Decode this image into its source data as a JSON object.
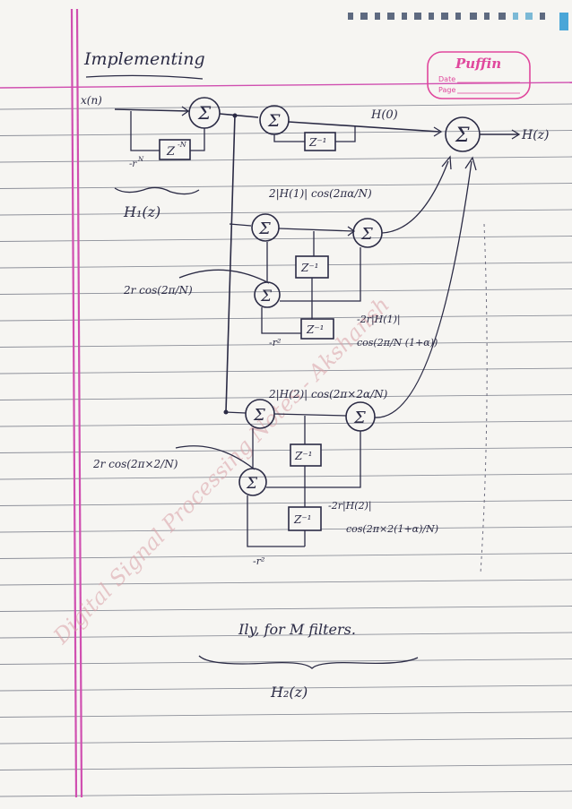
{
  "heading": "Implementing",
  "logo": {
    "brand": "Puffin",
    "date_label": "Date",
    "page_label": "Page"
  },
  "watermark": "Digital Signal Processing Notes - Akshansh",
  "diagram": {
    "input_label": "x(n)",
    "delay_N": "Z",
    "delay_N_exp": "-N",
    "feedback_label": "-r",
    "feedback_exp": "N",
    "h1_label": "H₁(z)",
    "sigma": "Σ",
    "delay": "Z⁻¹",
    "h0_label": "H(0)",
    "output_label": "H(z)",
    "stage1": {
      "gain_top": "2|H(1)| cos(2πα/N)",
      "gain_left": "2r cos(2π/N)",
      "gain_bottom_1": "-2r|H(1)|",
      "gain_bottom_2": "cos(2π/N (1+α))",
      "feedback": "-r²"
    },
    "stage2": {
      "gain_top": "2|H(2)| cos(2π×2α/N)",
      "gain_left": "2r cos(2π×2/N)",
      "gain_bottom_1": "-2r|H(2)|",
      "gain_bottom_2": "cos(2π×2(1+α)/N)",
      "feedback": "-r²"
    },
    "note": "Ily, for M filters.",
    "h2_label": "H₂(z)"
  }
}
